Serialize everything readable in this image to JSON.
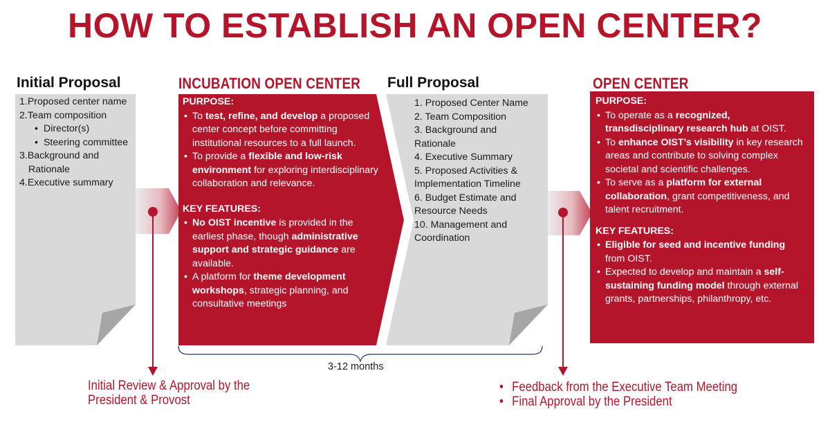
{
  "title": "HOW TO ESTABLISH AN OPEN CENTER?",
  "colors": {
    "accent": "#b5152b",
    "paper": "#d9d9d9",
    "fold": "#a6a6a6"
  },
  "initial_proposal": {
    "heading": "Initial Proposal",
    "items": [
      "1.Proposed center name",
      "2.Team composition"
    ],
    "sub_items": [
      "Director(s)",
      "Steering committee"
    ],
    "items_after": [
      "3.Background and",
      "Rationale",
      "4.Executive summary"
    ]
  },
  "incubation": {
    "heading": "INCUBATION OPEN CENTER",
    "purpose_label": "PURPOSE:",
    "purpose": [
      {
        "pre": "To ",
        "bold": "test, refine, and develop",
        "post": " a proposed center concept before committing institutional resources to a full launch."
      },
      {
        "pre": "To provide a ",
        "bold": "flexible and low-risk environment",
        "post": " for exploring interdisciplinary collaboration and relevance."
      }
    ],
    "features_label": "KEY FEATURES:",
    "features": [
      {
        "bold": "No OIST incentive",
        "mid": " is provided in the earliest phase, though ",
        "bold2": "administrative support and strategic guidance",
        "post": " are available."
      },
      {
        "pre": "A platform for ",
        "bold": "theme development workshops",
        "post": ", strategic planning, and consultative meetings"
      }
    ]
  },
  "full_proposal": {
    "heading": "Full Proposal",
    "items": [
      "1. Proposed Center Name",
      "2. Team Composition",
      "3. Background and Rationale",
      "4. Executive Summary",
      "5. Proposed Activities & Implementation Timeline",
      "6. Budget Estimate and Resource Needs",
      "10. Management and Coordination"
    ]
  },
  "open_center": {
    "heading": "OPEN CENTER",
    "purpose_label": "PURPOSE:",
    "purpose": [
      {
        "pre": "To operate as a ",
        "bold": "recognized, transdisciplinary research hub",
        "post": " at OIST."
      },
      {
        "pre": "To ",
        "bold": "enhance OIST’s visibility",
        "post": " in key research areas and contribute to solving complex societal and scientific challenges."
      },
      {
        "pre": "To serve as a ",
        "bold": "platform for external collaboration",
        "post": ", grant competitiveness, and talent recruitment."
      }
    ],
    "features_label": "KEY FEATURES:",
    "features": [
      {
        "pre": "",
        "bold": "Eligible for seed and incentive funding",
        "post": " from OIST."
      },
      {
        "pre": "Expected to develop and maintain a ",
        "bold": "self-sustaining funding model",
        "post": " through external grants, partnerships, philanthropy, etc."
      }
    ]
  },
  "duration": "3-12 months",
  "review_note": [
    "Initial Review & Approval by the",
    "President & Provost"
  ],
  "final_notes": [
    "Feedback from the Executive Team Meeting",
    "Final Approval by the President"
  ]
}
